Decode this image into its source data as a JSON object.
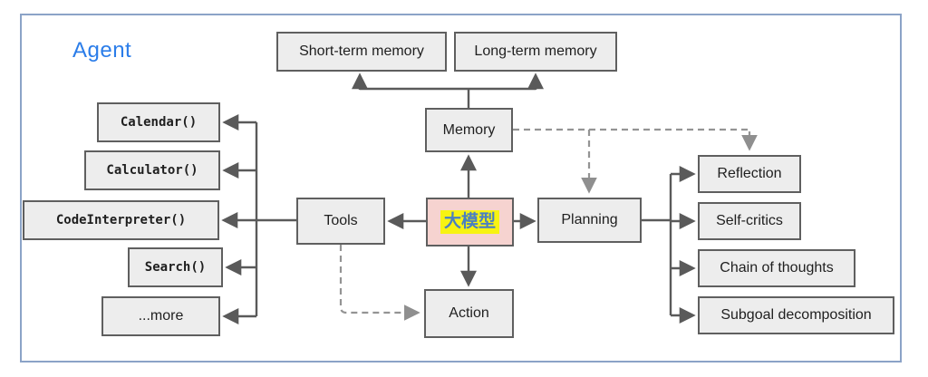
{
  "diagram": {
    "agent_label": "Agent",
    "nodes": {
      "llm": "大模型",
      "memory": "Memory",
      "tools": "Tools",
      "planning": "Planning",
      "action": "Action",
      "short_term_memory": "Short-term memory",
      "long_term_memory": "Long-term memory"
    },
    "tool_items": [
      "Calendar()",
      "Calculator()",
      "CodeInterpreter()",
      "Search()",
      "...more"
    ],
    "planning_items": [
      "Reflection",
      "Self-critics",
      "Chain of thoughts",
      "Subgoal decomposition"
    ],
    "colors": {
      "agent_label": "#2b7de9",
      "frame_border": "#8ba3c7",
      "node_fill": "#ededed",
      "node_border": "#5f5f5f",
      "llm_fill": "#f6d3d0",
      "llm_text": "#4a7fc1",
      "llm_highlight": "#f7f312",
      "solid_arrow": "#5a5a5a",
      "dashed_arrow": "#949494"
    }
  }
}
